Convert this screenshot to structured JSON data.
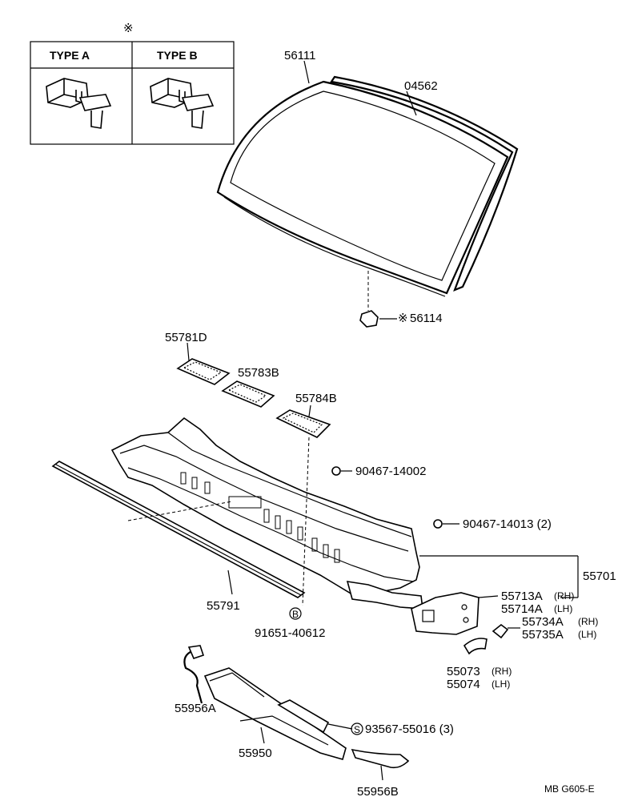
{
  "legend": {
    "symbol": "※",
    "type_a": "TYPE A",
    "type_b": "TYPE B"
  },
  "parts": {
    "p56111": "56111",
    "p04562": "04562",
    "p56114": "56114",
    "p56114_mark": "※",
    "p55781D": "55781D",
    "p55783B": "55783B",
    "p55784B": "55784B",
    "p90467_14002": "90467-14002",
    "p90467_14013": "90467-14013 (2)",
    "p55701": "55701",
    "p55713A": "55713A",
    "p55713A_side": "(RH)",
    "p55714A": "55714A",
    "p55714A_side": "(LH)",
    "p55734A": "55734A",
    "p55734A_side": "(RH)",
    "p55735A": "55735A",
    "p55735A_side": "(LH)",
    "p55073": "55073",
    "p55073_side": "(RH)",
    "p55074": "55074",
    "p55074_side": "(LH)",
    "p55791": "55791",
    "b_mark": "B",
    "p91651": "91651-40612",
    "p55956A": "55956A",
    "s_mark": "S",
    "p93567": "93567-55016 (3)",
    "p55950": "55950",
    "p55956B": "55956B"
  },
  "footer": {
    "code": "MB G605-E"
  }
}
